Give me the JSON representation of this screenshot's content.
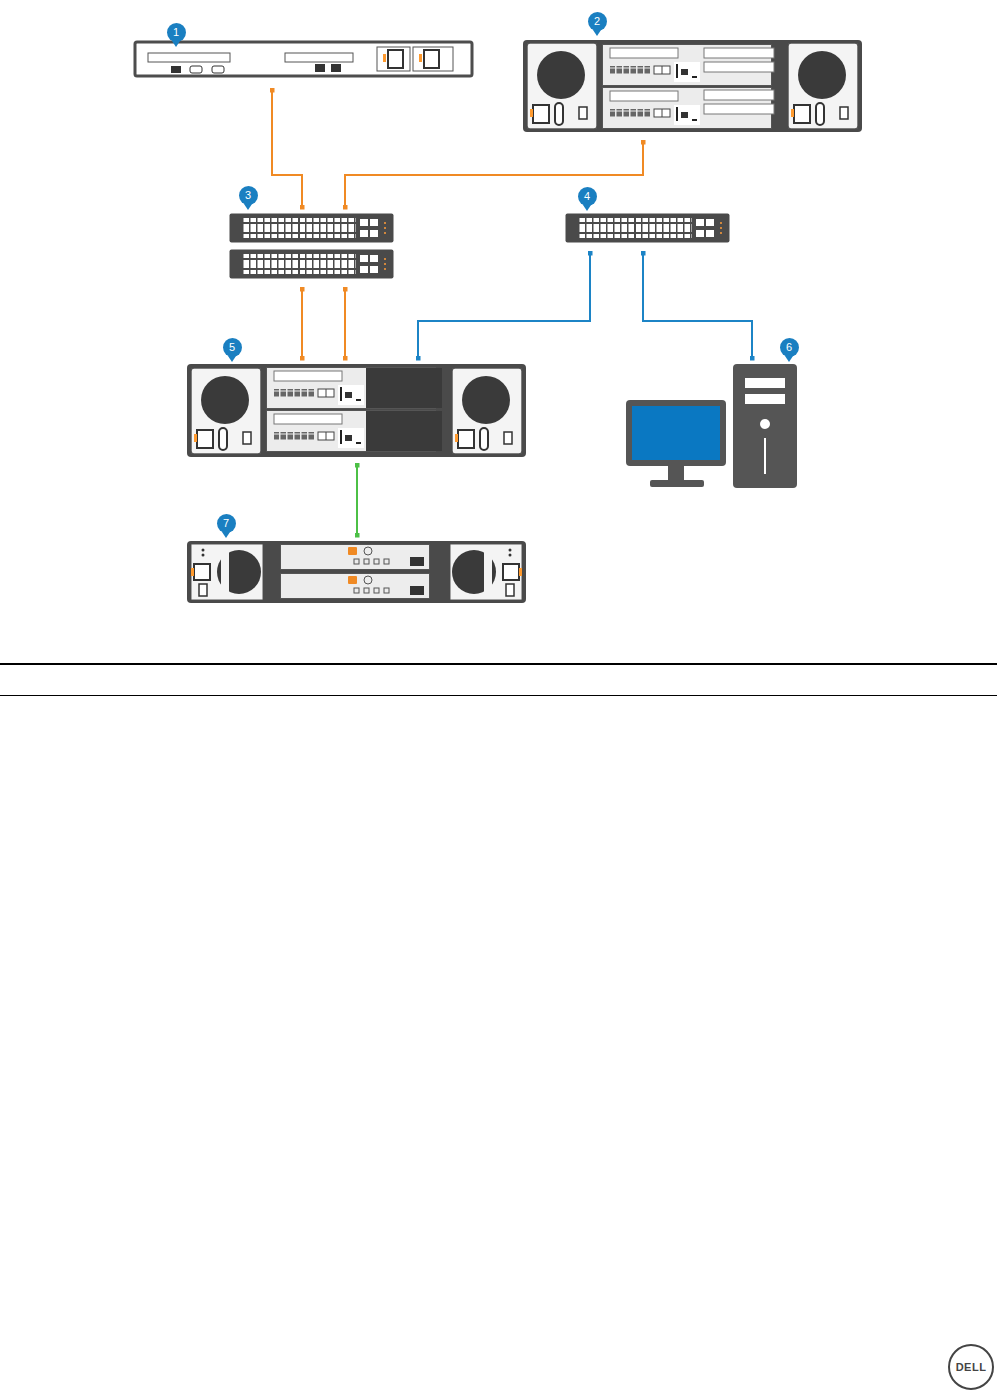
{
  "diagram": {
    "nodes": [
      {
        "text": [
          "1"
        ]
      },
      {
        "text": [
          "2"
        ]
      },
      {
        "text": [
          "3"
        ]
      },
      {
        "text": [
          "4"
        ]
      },
      {
        "text": [
          "5"
        ]
      },
      {
        "text": [
          "6"
        ]
      },
      {
        "text": [
          "7"
        ]
      }
    ],
    "edges": [
      {
        "from": 0,
        "to": 2,
        "arrow": "none"
      },
      {
        "from": 1,
        "to": 2,
        "arrow": "none"
      },
      {
        "from": 2,
        "to": 4,
        "arrow": "none"
      },
      {
        "from": 2,
        "to": 4,
        "arrow": "none"
      },
      {
        "from": 3,
        "to": 4,
        "arrow": "none"
      },
      {
        "from": 3,
        "to": 5,
        "arrow": "none"
      },
      {
        "from": 4,
        "to": 6,
        "arrow": "none"
      }
    ],
    "labels": [
      "DELL"
    ]
  }
}
